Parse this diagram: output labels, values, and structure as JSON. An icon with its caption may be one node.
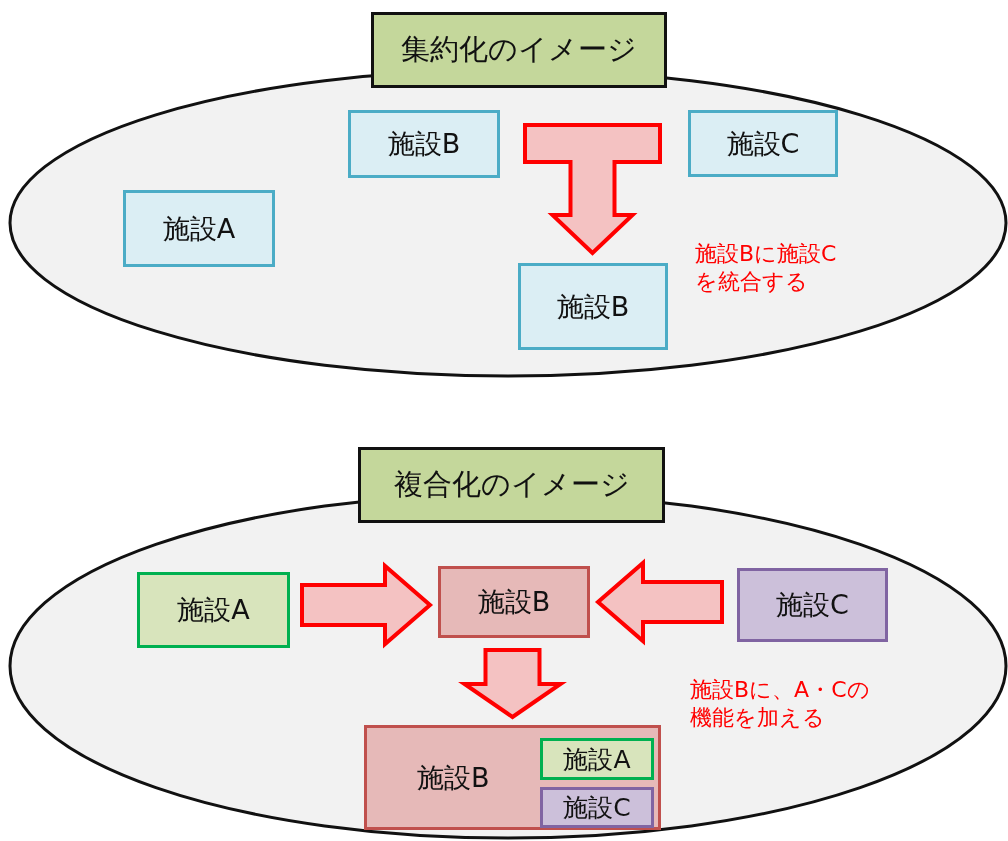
{
  "diagram": {
    "nodes": [
      {
        "text": [],
        "shape": "ellipse"
      },
      {
        "text": [
          "集約化のイメージ"
        ]
      },
      {
        "text": [
          "施設A"
        ],
        "in": 0
      },
      {
        "text": [
          "施設B"
        ],
        "in": 0
      },
      {
        "text": [
          "施設C"
        ],
        "in": 0
      },
      {
        "text": [
          "施設B"
        ],
        "in": 0
      },
      {
        "text": [],
        "shape": "ellipse"
      },
      {
        "text": [
          "複合化のイメージ"
        ]
      },
      {
        "text": [
          "施設A"
        ],
        "in": 6
      },
      {
        "text": [
          "施設B"
        ],
        "in": 6
      },
      {
        "text": [
          "施設C"
        ],
        "in": 6
      },
      {
        "text": [
          "施設B"
        ],
        "in": 6
      },
      {
        "text": [
          "施設A"
        ],
        "in": 11
      },
      {
        "text": [
          "施設C"
        ],
        "in": 11
      }
    ],
    "edges": [
      {
        "from": 3,
        "to": 5,
        "arrow": "to"
      },
      {
        "from": 4,
        "to": 5,
        "arrow": "to"
      },
      {
        "from": 8,
        "to": 9,
        "arrow": "to"
      },
      {
        "from": 10,
        "to": 9,
        "arrow": "to"
      },
      {
        "from": 9,
        "to": 11,
        "arrow": "to"
      }
    ],
    "labels": [
      "施設Bに施設Cを統合する",
      "施設Bに、A・Cの機能を加える"
    ]
  }
}
